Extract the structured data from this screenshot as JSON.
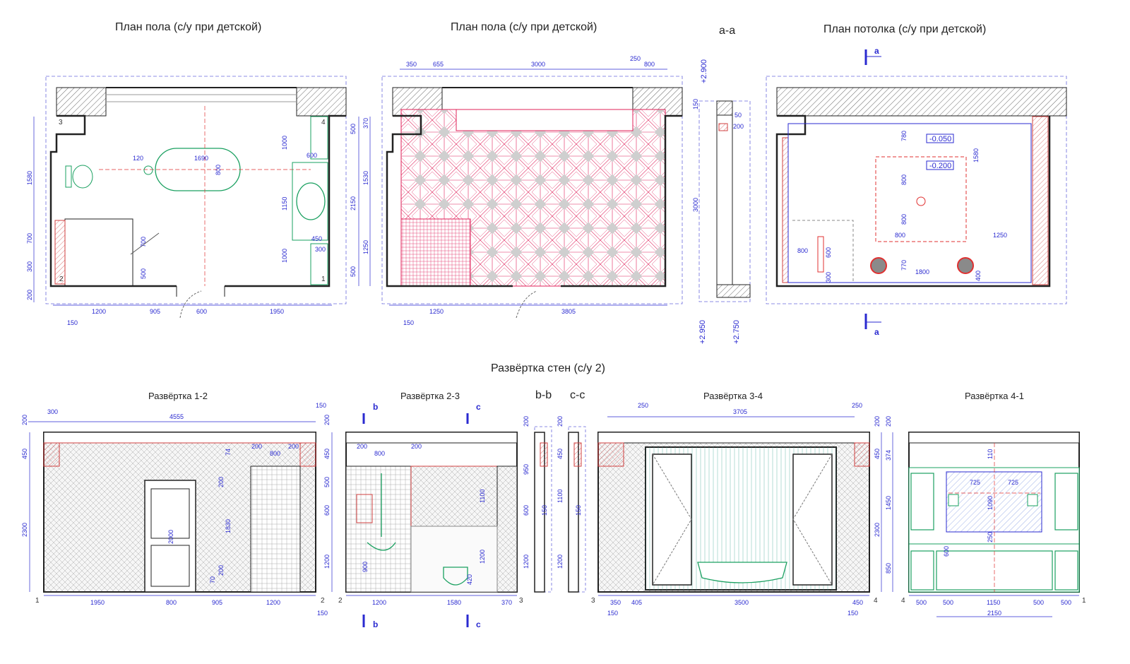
{
  "titles": {
    "plan1": "План пола (с/у при детской)",
    "plan2": "План пола (с/у при детской)",
    "section_aa": "а-а",
    "ceiling": "План потолка (с/у при детской)",
    "unfold": "Развёртка стен (с/у 2)",
    "r12": "Развёртка 1-2",
    "r23": "Развёртка 2-3",
    "bb": "b-b",
    "cc": "c-c",
    "r34": "Развёртка 3-4",
    "r41": "Развёртка 4-1"
  },
  "colors": {
    "dim": "#2a2ad0",
    "wall": "#222222",
    "tile": "#e0205a",
    "plumbing": "#1aa060",
    "axis": "#e03030"
  },
  "plan1": {
    "bottom_dims": [
      "1200",
      "905",
      "600",
      "1950"
    ],
    "left_dims": [
      "1580",
      "700",
      "300",
      "200"
    ],
    "right_dims": [
      "500",
      "2150",
      "500"
    ],
    "inner": [
      "120",
      "1690",
      "800",
      "600",
      "1000",
      "1150",
      "1000",
      "450",
      "300",
      "700",
      "500",
      "150"
    ],
    "corners": [
      "3",
      "4",
      "2",
      "1"
    ]
  },
  "plan2": {
    "top_dims": [
      "350",
      "655",
      "3000",
      "250",
      "800"
    ],
    "bottom_dims": [
      "1250",
      "3805"
    ],
    "left_dims": [
      "370",
      "1530",
      "1250"
    ],
    "extra": [
      "150"
    ]
  },
  "section_aa": {
    "levels": [
      "+2.900",
      "+2.950",
      "+2.750"
    ],
    "dims": [
      "150",
      "3000",
      "50",
      "200"
    ]
  },
  "ceiling": {
    "marks": [
      "a",
      "a"
    ],
    "levels": [
      "-0.050",
      "-0.200"
    ],
    "dims": [
      "780",
      "1580",
      "800",
      "800",
      "800",
      "1250",
      "800",
      "600",
      "300",
      "770",
      "1800",
      "400"
    ]
  },
  "r12": {
    "top_dims": [
      "300",
      "4555",
      "150"
    ],
    "bottom_dims": [
      "1950",
      "800",
      "905",
      "1200"
    ],
    "left_dims": [
      "200",
      "450",
      "2300"
    ],
    "inner": [
      "74",
      "200",
      "800",
      "200",
      "200",
      "2000",
      "1830",
      "200",
      "70"
    ],
    "corners": [
      "1",
      "2"
    ],
    "extra": [
      "150"
    ]
  },
  "r23": {
    "marks": [
      "b",
      "c",
      "b",
      "c"
    ],
    "top_dims": [
      "200",
      "800",
      "200"
    ],
    "left_dims": [
      "200",
      "450",
      "500",
      "600",
      "1200"
    ],
    "bottom_dims": [
      "1200",
      "1580",
      "370"
    ],
    "inner": [
      "1100",
      "900",
      "1200",
      "420"
    ],
    "corners": [
      "2",
      "3"
    ]
  },
  "bb": {
    "dims": [
      "200",
      "950",
      "600",
      "1200",
      "150"
    ]
  },
  "cc": {
    "dims": [
      "200",
      "450",
      "1100",
      "1200",
      "150"
    ]
  },
  "r34": {
    "top_dims": [
      "250",
      "3705",
      "250"
    ],
    "bottom_dims": [
      "350",
      "405",
      "3500",
      "450"
    ],
    "right_dims": [
      "200",
      "450",
      "2300"
    ],
    "extra": [
      "150",
      "150"
    ],
    "corners": [
      "3",
      "4"
    ]
  },
  "r41": {
    "left_dims": [
      "200",
      "374",
      "1450",
      "850"
    ],
    "inner": [
      "110",
      "725",
      "725",
      "1090",
      "250",
      "600"
    ],
    "bottom_dims": [
      "500",
      "500",
      "1150",
      "500",
      "500"
    ],
    "total": "2150",
    "corners": [
      "4",
      "1"
    ]
  }
}
